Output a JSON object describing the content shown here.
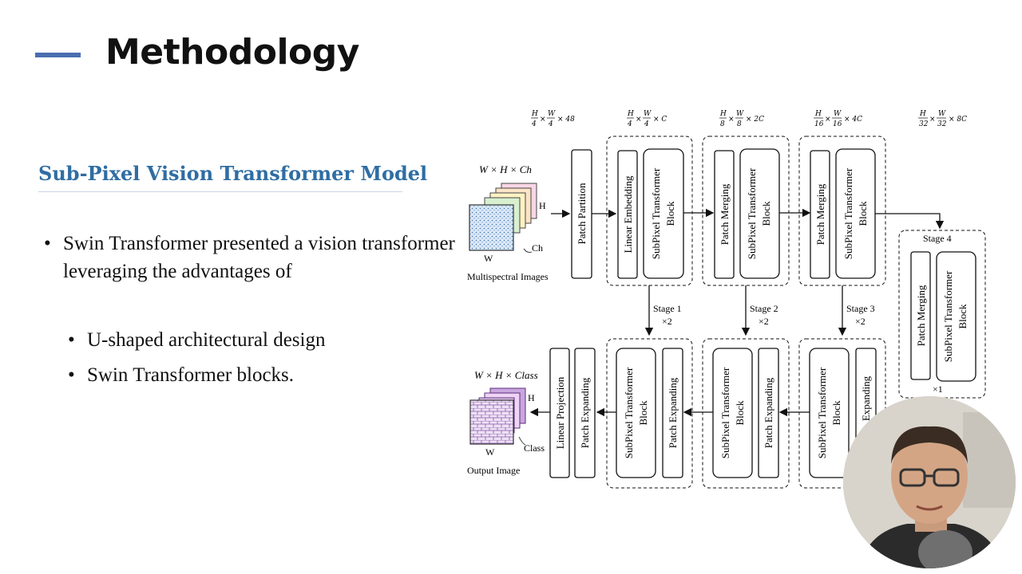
{
  "slide": {
    "title": "Methodology",
    "subtitle": "Sub-Pixel Vision Transformer Model",
    "bullets": [
      "Swin Transformer presented a vision transformer leveraging the advantages of",
      "U-shaped architectural design",
      "Swin Transformer blocks."
    ],
    "bullet_marker": "•"
  },
  "diagram": {
    "input_dims": "W × H × Ch",
    "input_h": "H",
    "input_w": "W",
    "input_ch": "Ch",
    "input_caption": "Multispectral Images",
    "output_dims": "W × H × Class",
    "output_h": "H",
    "output_w": "W",
    "output_class": "Class",
    "output_caption": "Output Image",
    "dims": [
      {
        "a": "H",
        "b": "4",
        "c": "W",
        "d": "4",
        "e": "× 48"
      },
      {
        "a": "H",
        "b": "4",
        "c": "W",
        "d": "4",
        "e": "× C"
      },
      {
        "a": "H",
        "b": "8",
        "c": "W",
        "d": "8",
        "e": "× 2C"
      },
      {
        "a": "H",
        "b": "16",
        "c": "W",
        "d": "16",
        "e": "× 4C"
      },
      {
        "a": "H",
        "b": "32",
        "c": "W",
        "d": "32",
        "e": "× 8C"
      }
    ],
    "times": "×",
    "patch_partition": "Patch Partition",
    "linear_embedding": "Linear Embedding",
    "subpixel_line1": "SubPixel Transformer",
    "subpixel_line2": "Block",
    "patch_merging": "Patch Merging",
    "patch_expanding": "Patch Expanding",
    "expanding_partial": "Expanding",
    "linear_projection": "Linear Projection",
    "stage1": "Stage 1",
    "stage2": "Stage 2",
    "stage3": "Stage 3",
    "stage4": "Stage 4",
    "x2": "×2",
    "x1": "×1"
  },
  "colors": {
    "accent": "#4a6db0",
    "subtitle": "#2f6da3"
  }
}
